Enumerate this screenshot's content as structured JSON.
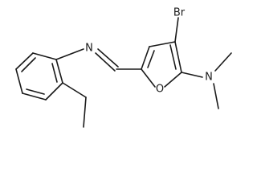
{
  "molecule": {
    "atoms": {
      "bromine": "Br",
      "imine_nitrogen": "N",
      "furan_oxygen": "O",
      "amine_nitrogen": "N"
    }
  }
}
